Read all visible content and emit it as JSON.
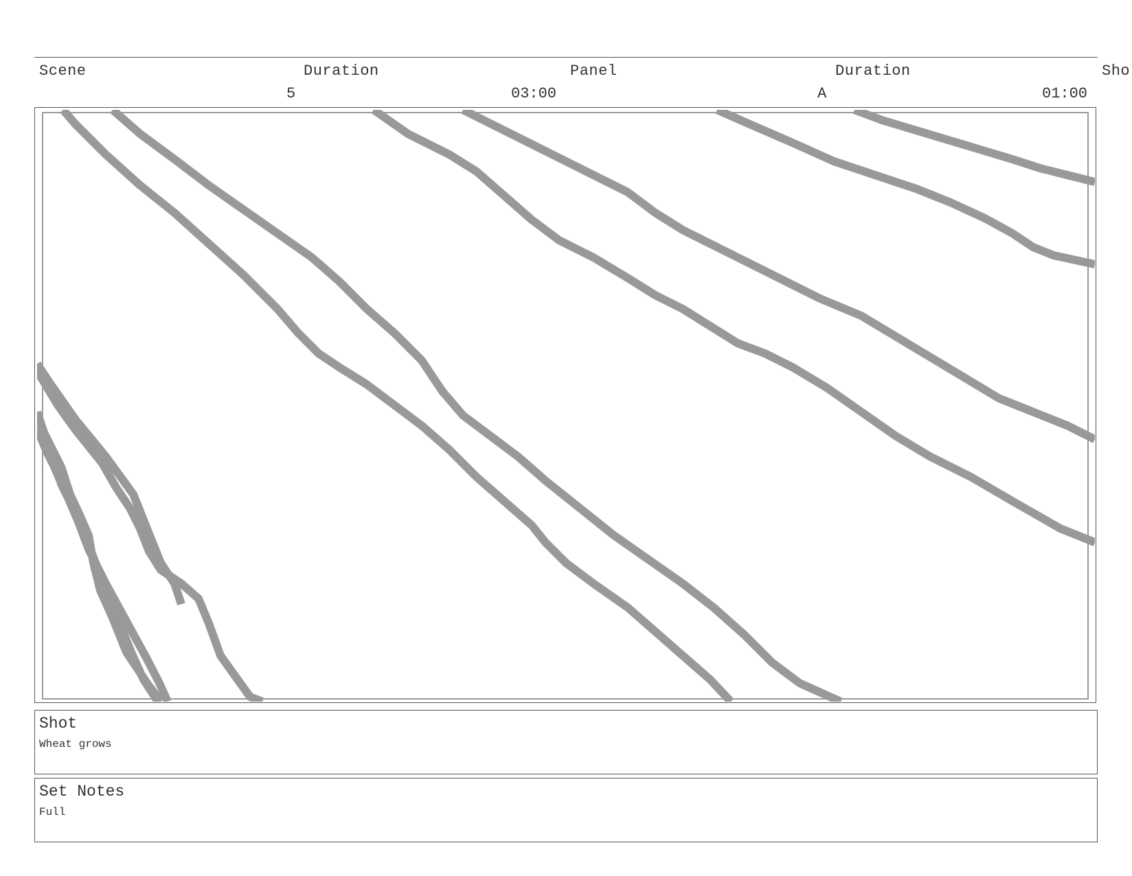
{
  "header": {
    "labels": {
      "scene": "Scene",
      "scene_duration": "Duration",
      "panel": "Panel",
      "panel_duration": "Duration",
      "shot": "Sho"
    },
    "values": {
      "scene": "5",
      "scene_duration": "03:00",
      "panel": "A",
      "panel_duration": "01:00"
    }
  },
  "shot_box": {
    "title": "Shot",
    "text": "Wheat grows"
  },
  "notes_box": {
    "title": "Set Notes",
    "text": "Full"
  },
  "colors": {
    "stroke": "#999999",
    "border": "#555555"
  }
}
